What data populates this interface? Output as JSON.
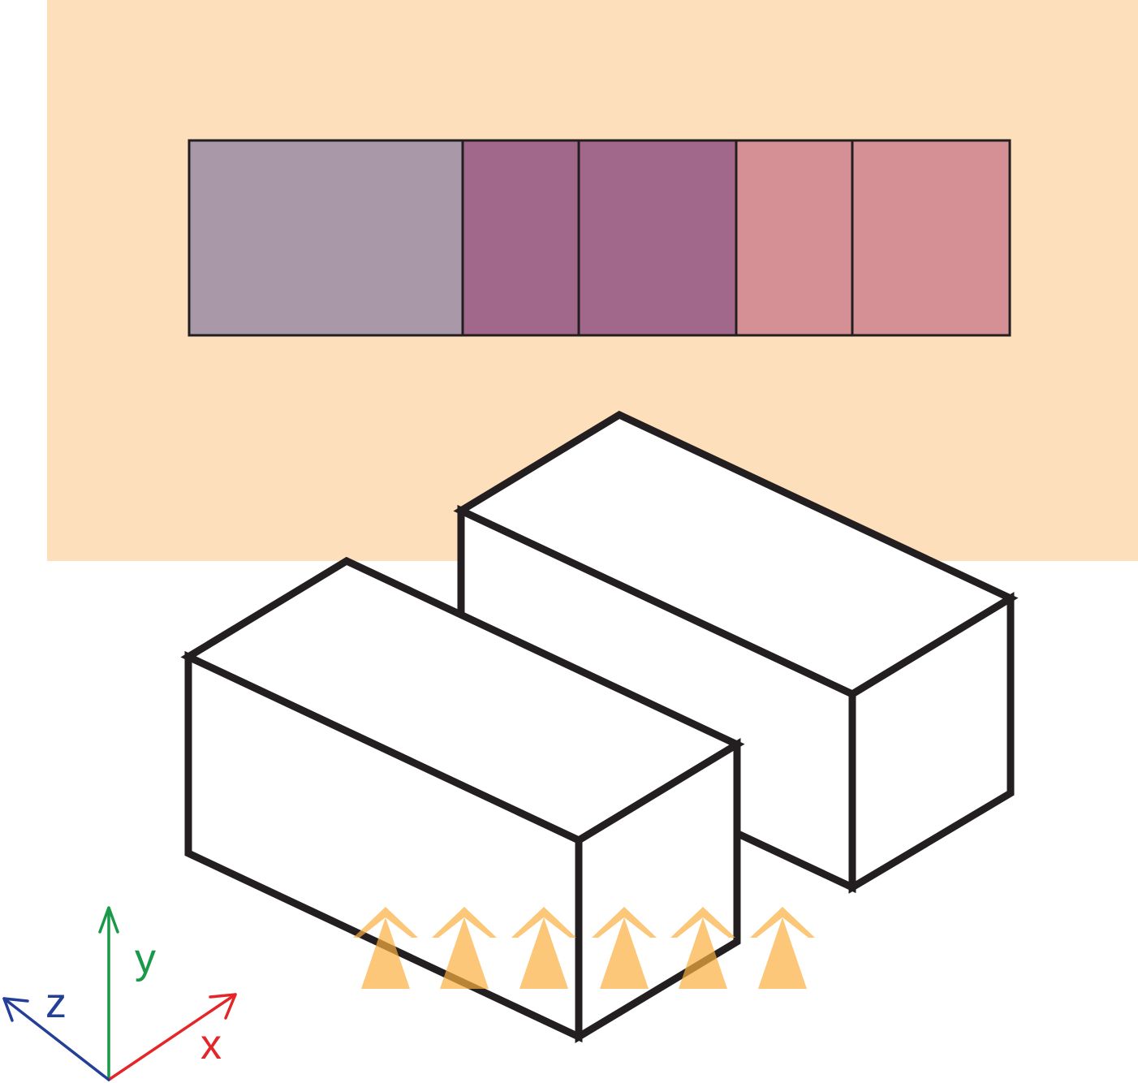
{
  "colors": {
    "background_panel": "#fddfbb",
    "outline": "#231f20",
    "strip_segment_1": "#a898a8",
    "strip_segment_2": "#a2688c",
    "strip_segment_3": "#a2688c",
    "strip_segment_4": "#d59095",
    "strip_segment_5": "#d59095",
    "block_fill": "#ffffff",
    "arrow_fill": "#fbb040",
    "axis_x": "#e52629",
    "axis_y": "#1a9a48",
    "axis_z": "#243f97"
  },
  "strip": {
    "segment_count": 5,
    "segment_colors": [
      "#a898a8",
      "#a2688c",
      "#a2688c",
      "#d59095",
      "#d59095"
    ]
  },
  "blocks": {
    "count": 2,
    "names": [
      "front-block",
      "back-block"
    ]
  },
  "arrows": {
    "count": 6,
    "opacity": 0.7
  },
  "axes": {
    "x_label": "x",
    "y_label": "y",
    "z_label": "z"
  }
}
